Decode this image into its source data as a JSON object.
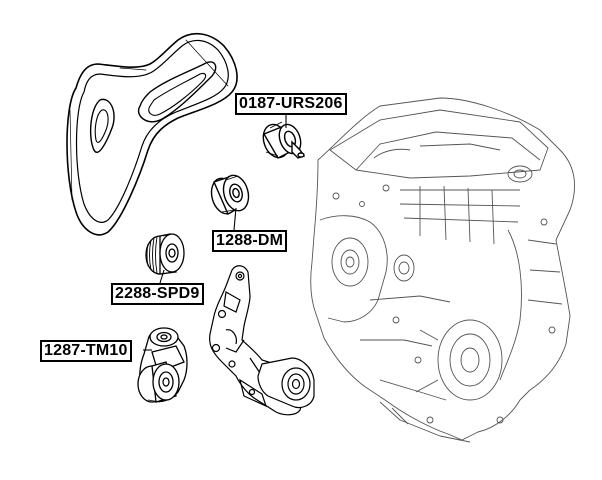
{
  "parts": [
    {
      "id": "0187",
      "label": "0187-URS206",
      "component": "pulley-urs206"
    },
    {
      "id": "1288",
      "label": "1288-DM",
      "component": "idler-pulley-dm"
    },
    {
      "id": "2288",
      "label": "2288-SPD9",
      "component": "grooved-pulley-spd9"
    },
    {
      "id": "1287",
      "label": "1287-TM10",
      "component": "belt-tensioner-tm10"
    }
  ],
  "colors": {
    "line": "#000000",
    "background": "#ffffff",
    "engine_line": "#8a8a8a"
  }
}
